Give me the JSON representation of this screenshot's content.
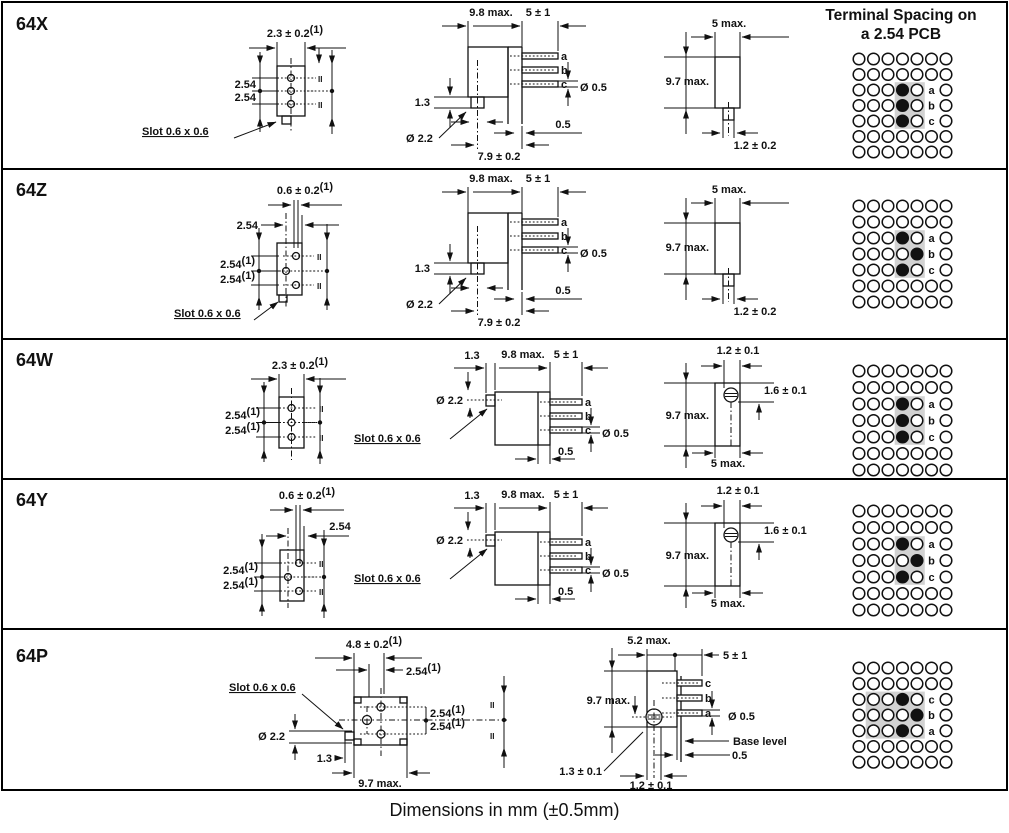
{
  "page": {
    "title_line1": "Terminal Spacing on",
    "title_line2": "a 2.54 PCB",
    "caption": "Dimensions in mm (±0.5mm)"
  },
  "rows": [
    {
      "label": "64X",
      "front": {
        "top": "2.3 ± 0.2",
        "sup": "(1)",
        "d1": "2.54",
        "d2": "2.54",
        "slot": "Slot 0.6 x 0.6",
        "p1": "II",
        "p2": "II"
      },
      "side": {
        "w": "9.8 max.",
        "plen": "5 ± 1",
        "off": "1.3",
        "shaft": "Ø 2.2",
        "pdia": "Ø 0.5",
        "gap": "0.5",
        "total": "7.9 ± 0.2",
        "pa": "a",
        "pb": "b",
        "pc": "c"
      },
      "end": {
        "w": "5 max.",
        "h": "9.7 max.",
        "pin": "1.2 ± 0.2"
      },
      "grid": {
        "cols": 7,
        "rows": 7,
        "label_col": 5,
        "labels": {
          "2": "a",
          "3": "b",
          "4": "c"
        },
        "filled": [
          [
            2,
            3
          ],
          [
            3,
            3
          ],
          [
            4,
            3
          ]
        ],
        "shade": {
          "c0": 3,
          "c1": 4,
          "r0": 2,
          "r1": 4
        }
      }
    },
    {
      "label": "64Z",
      "front": {
        "top": "0.6 ± 0.2",
        "sup": "(1)",
        "offset": "2.54",
        "d1": "2.54",
        "d1sup": "(1)",
        "d2": "2.54",
        "d2sup": "(1)",
        "slot": "Slot 0.6 x 0.6",
        "p1": "II",
        "p2": "II"
      },
      "side": {
        "w": "9.8 max.",
        "plen": "5 ± 1",
        "off": "1.3",
        "shaft": "Ø 2.2",
        "pdia": "Ø 0.5",
        "gap": "0.5",
        "total": "7.9 ± 0.2",
        "pa": "a",
        "pb": "b",
        "pc": "c"
      },
      "end": {
        "w": "5 max.",
        "h": "9.7 max.",
        "pin": "1.2 ± 0.2"
      },
      "grid": {
        "cols": 7,
        "rows": 7,
        "label_col": 5,
        "labels": {
          "2": "a",
          "3": "b",
          "4": "c"
        },
        "filled": [
          [
            2,
            3
          ],
          [
            3,
            4
          ],
          [
            4,
            3
          ]
        ],
        "shade": {
          "c0": 3,
          "c1": 4,
          "r0": 2,
          "r1": 4
        }
      }
    },
    {
      "label": "64W",
      "front": {
        "top": "2.3 ± 0.2",
        "sup": "(1)",
        "d1": "2.54",
        "d1sup": "(1)",
        "d2": "2.54",
        "d2sup": "(1)",
        "p1": "II",
        "p2": "II"
      },
      "side": {
        "off": "1.3",
        "w": "9.8 max.",
        "plen": "5 ± 1",
        "shaft": "Ø 2.2",
        "slot": "Slot 0.6 x 0.6",
        "pdia": "Ø 0.5",
        "gap": "0.5",
        "pa": "a",
        "pb": "b",
        "pc": "c"
      },
      "end": {
        "top": "1.2 ± 0.1",
        "screw": "1.6 ± 0.1",
        "h": "9.7 max.",
        "w": "5 max."
      },
      "grid": {
        "cols": 7,
        "rows": 7,
        "label_col": 5,
        "labels": {
          "2": "a",
          "3": "b",
          "4": "c"
        },
        "filled": [
          [
            2,
            3
          ],
          [
            3,
            3
          ],
          [
            4,
            3
          ]
        ],
        "shade": {
          "c0": 3,
          "c1": 4,
          "r0": 2,
          "r1": 4
        }
      }
    },
    {
      "label": "64Y",
      "front": {
        "top": "0.6 ± 0.2",
        "sup": "(1)",
        "offset": "2.54",
        "d1": "2.54",
        "d1sup": "(1)",
        "d2": "2.54",
        "d2sup": "(1)",
        "p1": "II",
        "p2": "II"
      },
      "side": {
        "off": "1.3",
        "w": "9.8 max.",
        "plen": "5 ± 1",
        "shaft": "Ø 2.2",
        "slot": "Slot 0.6 x 0.6",
        "pdia": "Ø 0.5",
        "gap": "0.5",
        "pa": "a",
        "pb": "b",
        "pc": "c"
      },
      "end": {
        "top": "1.2 ± 0.1",
        "screw": "1.6 ± 0.1",
        "h": "9.7 max.",
        "w": "5 max."
      },
      "grid": {
        "cols": 7,
        "rows": 7,
        "label_col": 5,
        "labels": {
          "2": "a",
          "3": "b",
          "4": "c"
        },
        "filled": [
          [
            2,
            3
          ],
          [
            3,
            4
          ],
          [
            4,
            3
          ]
        ],
        "shade": {
          "c0": 3,
          "c1": 4,
          "r0": 2,
          "r1": 4
        }
      }
    },
    {
      "label": "64P",
      "plan": {
        "top": "4.8 ± 0.2",
        "sup": "(1)",
        "top2": "2.54",
        "top2sup": "(1)",
        "slot": "Slot 0.6 x 0.6",
        "m1": "2.54",
        "m1sup": "(1)",
        "m2": "2.54",
        "m2sup": "(1)",
        "shaft": "Ø 2.2",
        "off": "1.3",
        "w": "9.7 max.",
        "p1": "II",
        "p2": "II"
      },
      "side": {
        "w": "5.2 max.",
        "plen": "5 ± 1",
        "h": "9.7 max.",
        "pc": "c",
        "pb": "b",
        "pa": "a",
        "pdia": "Ø 0.5",
        "base": "Base level",
        "gap": "0.5",
        "screw": "1.3 ± 0.1",
        "bush": "1.2 ± 0.1"
      },
      "grid": {
        "cols": 7,
        "rows": 7,
        "label_col": 5,
        "labels": {
          "2": "c",
          "3": "b",
          "4": "a"
        },
        "filled": [
          [
            2,
            3
          ],
          [
            3,
            4
          ],
          [
            4,
            3
          ]
        ],
        "shade": {
          "c0": 1,
          "c1": 4,
          "r0": 2,
          "r1": 4
        }
      }
    }
  ]
}
